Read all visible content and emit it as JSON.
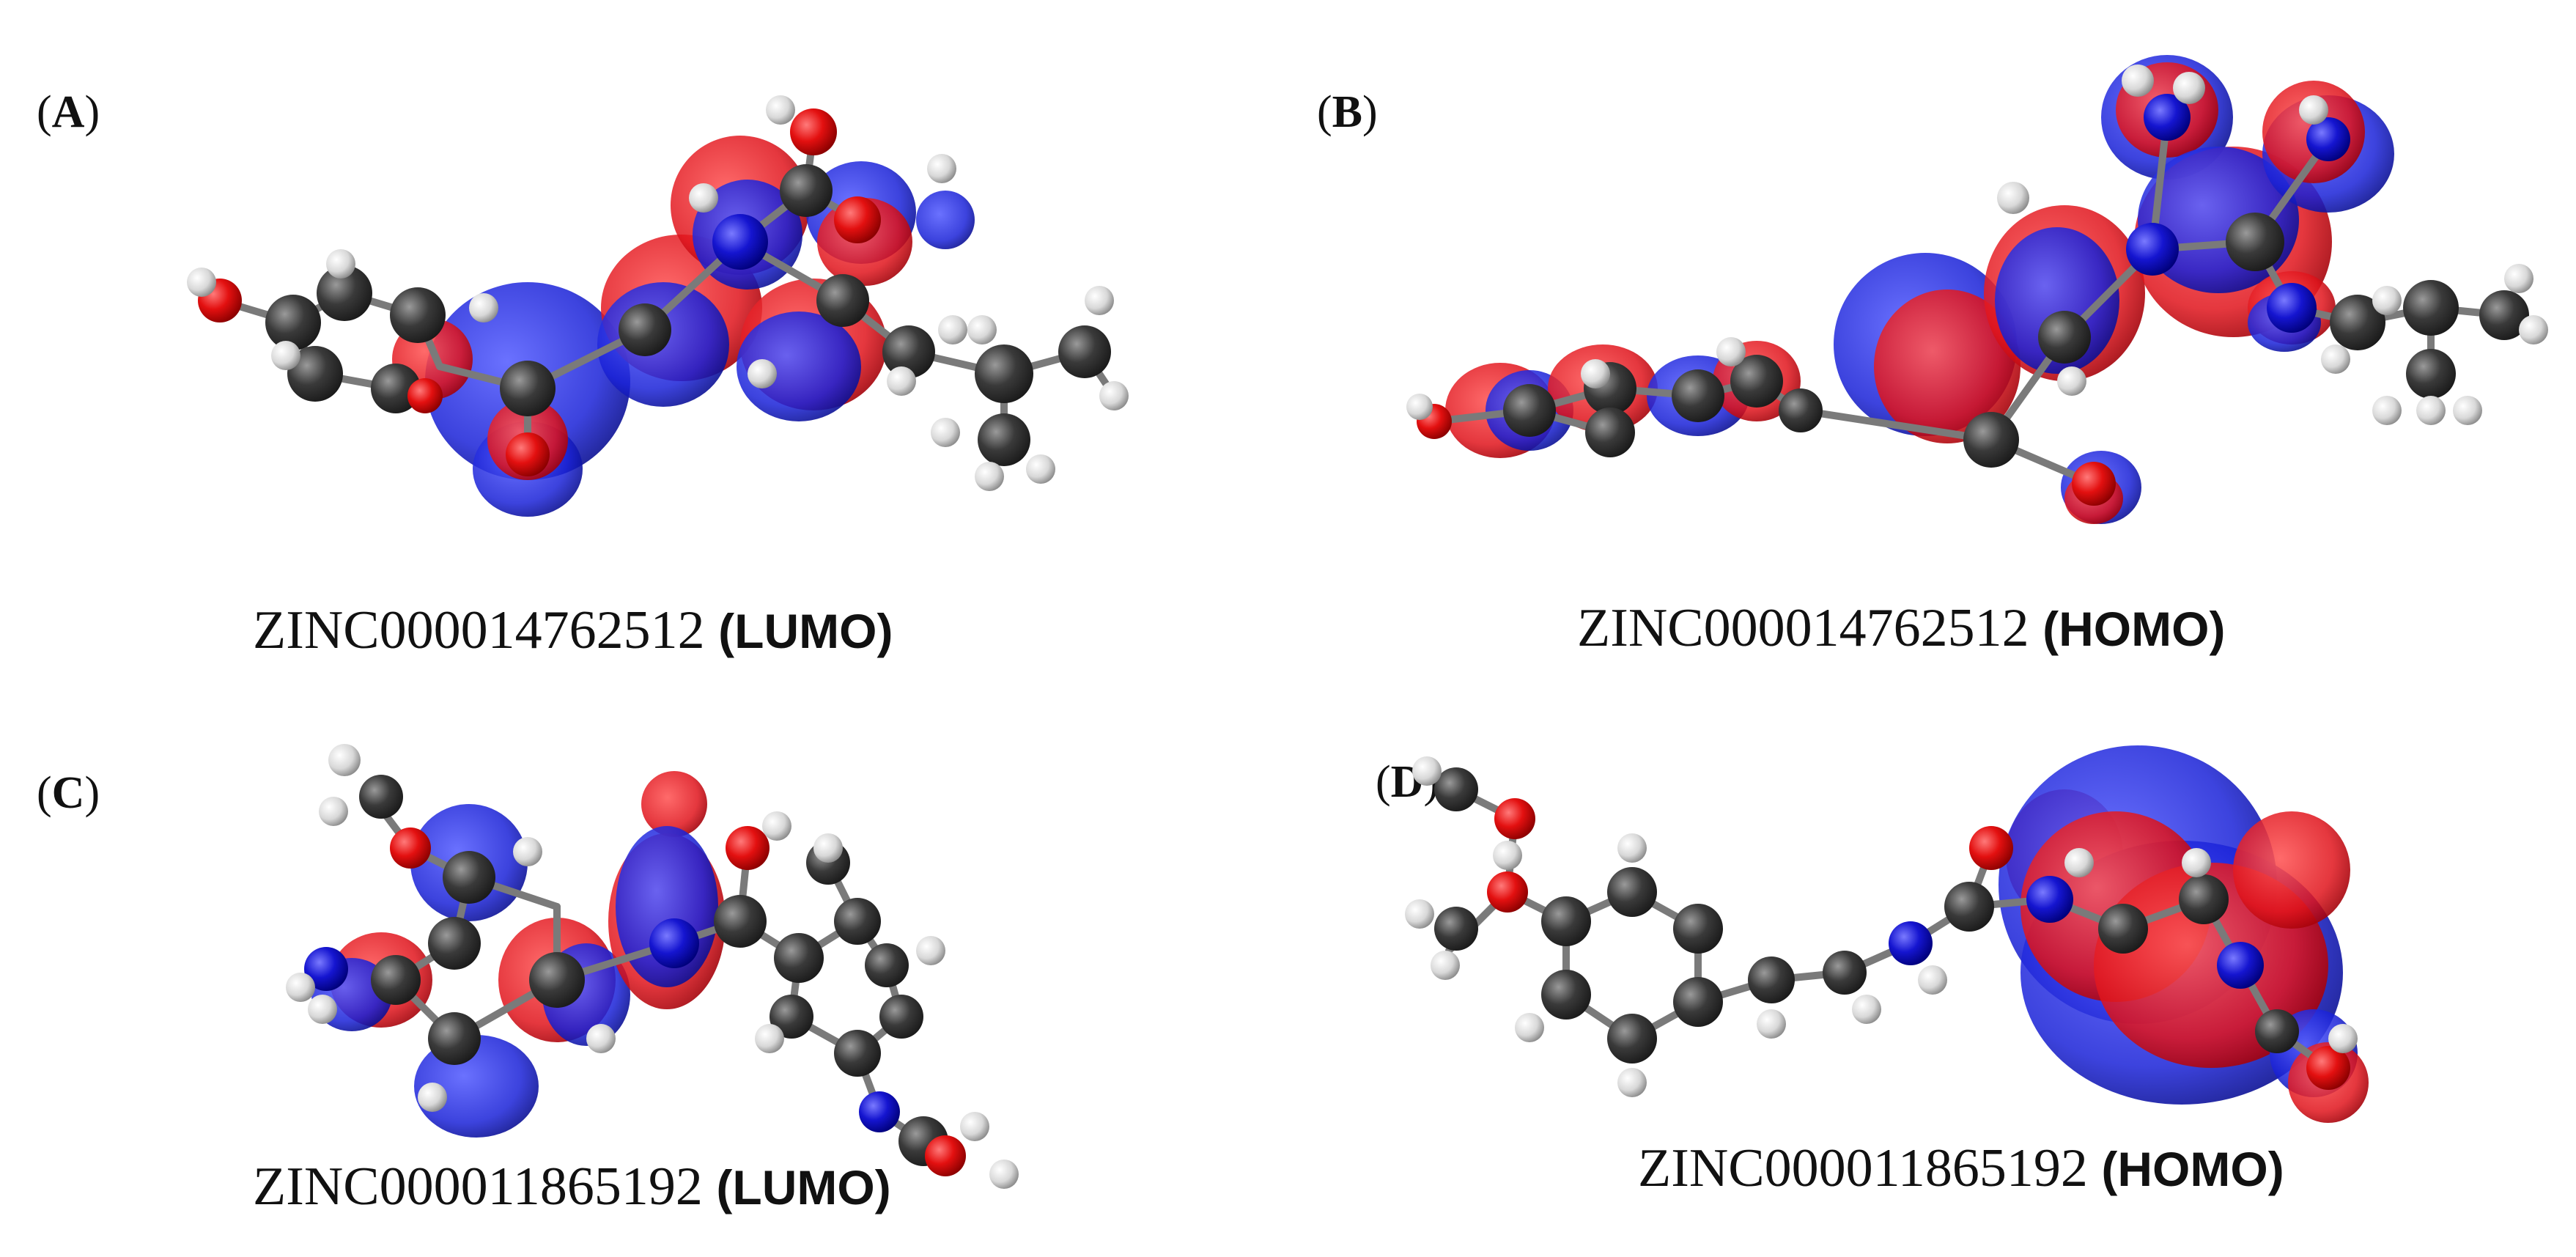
{
  "panels": [
    {
      "letter": "A",
      "compound": "ZINC000014762512",
      "orbital": "LUMO"
    },
    {
      "letter": "B",
      "compound": "ZINC000014762512",
      "orbital": "HOMO"
    },
    {
      "letter": "C",
      "compound": "ZINC000011865192",
      "orbital": "LUMO"
    },
    {
      "letter": "D",
      "compound": "ZINC000011865192",
      "orbital": "HOMO"
    }
  ],
  "colors": {
    "lobe_positive": "#e0141c",
    "lobe_negative": "#1a22d8",
    "carbon": "#3a3a3a",
    "hydrogen": "#e6e6e6",
    "oxygen": "#e31010",
    "nitrogen": "#1515d0",
    "bond": "#8a8a8a"
  }
}
